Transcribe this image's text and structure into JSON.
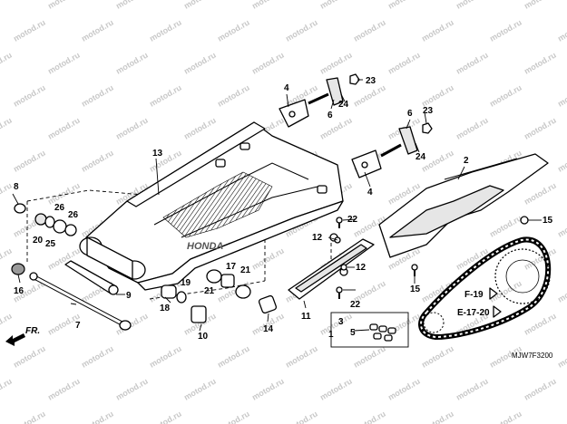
{
  "watermark": "motod.ru",
  "diagram_code": "MJW7F3200",
  "front_indicator": "FR.",
  "brand_decal": "HONDA",
  "callouts": [
    "1",
    "2",
    "3",
    "4",
    "4",
    "5",
    "6",
    "6",
    "7",
    "8",
    "9",
    "10",
    "11",
    "12",
    "12",
    "13",
    "14",
    "15",
    "15",
    "16",
    "17",
    "18",
    "19",
    "20",
    "21",
    "21",
    "22",
    "22",
    "23",
    "23",
    "24",
    "24",
    "25",
    "26",
    "26"
  ],
  "references": [
    "F-19",
    "E-17-20"
  ],
  "colors": {
    "line": "#000000",
    "fill": "#ffffff",
    "watermark": "#c8c8c8",
    "shade": "#e6e6e6"
  }
}
